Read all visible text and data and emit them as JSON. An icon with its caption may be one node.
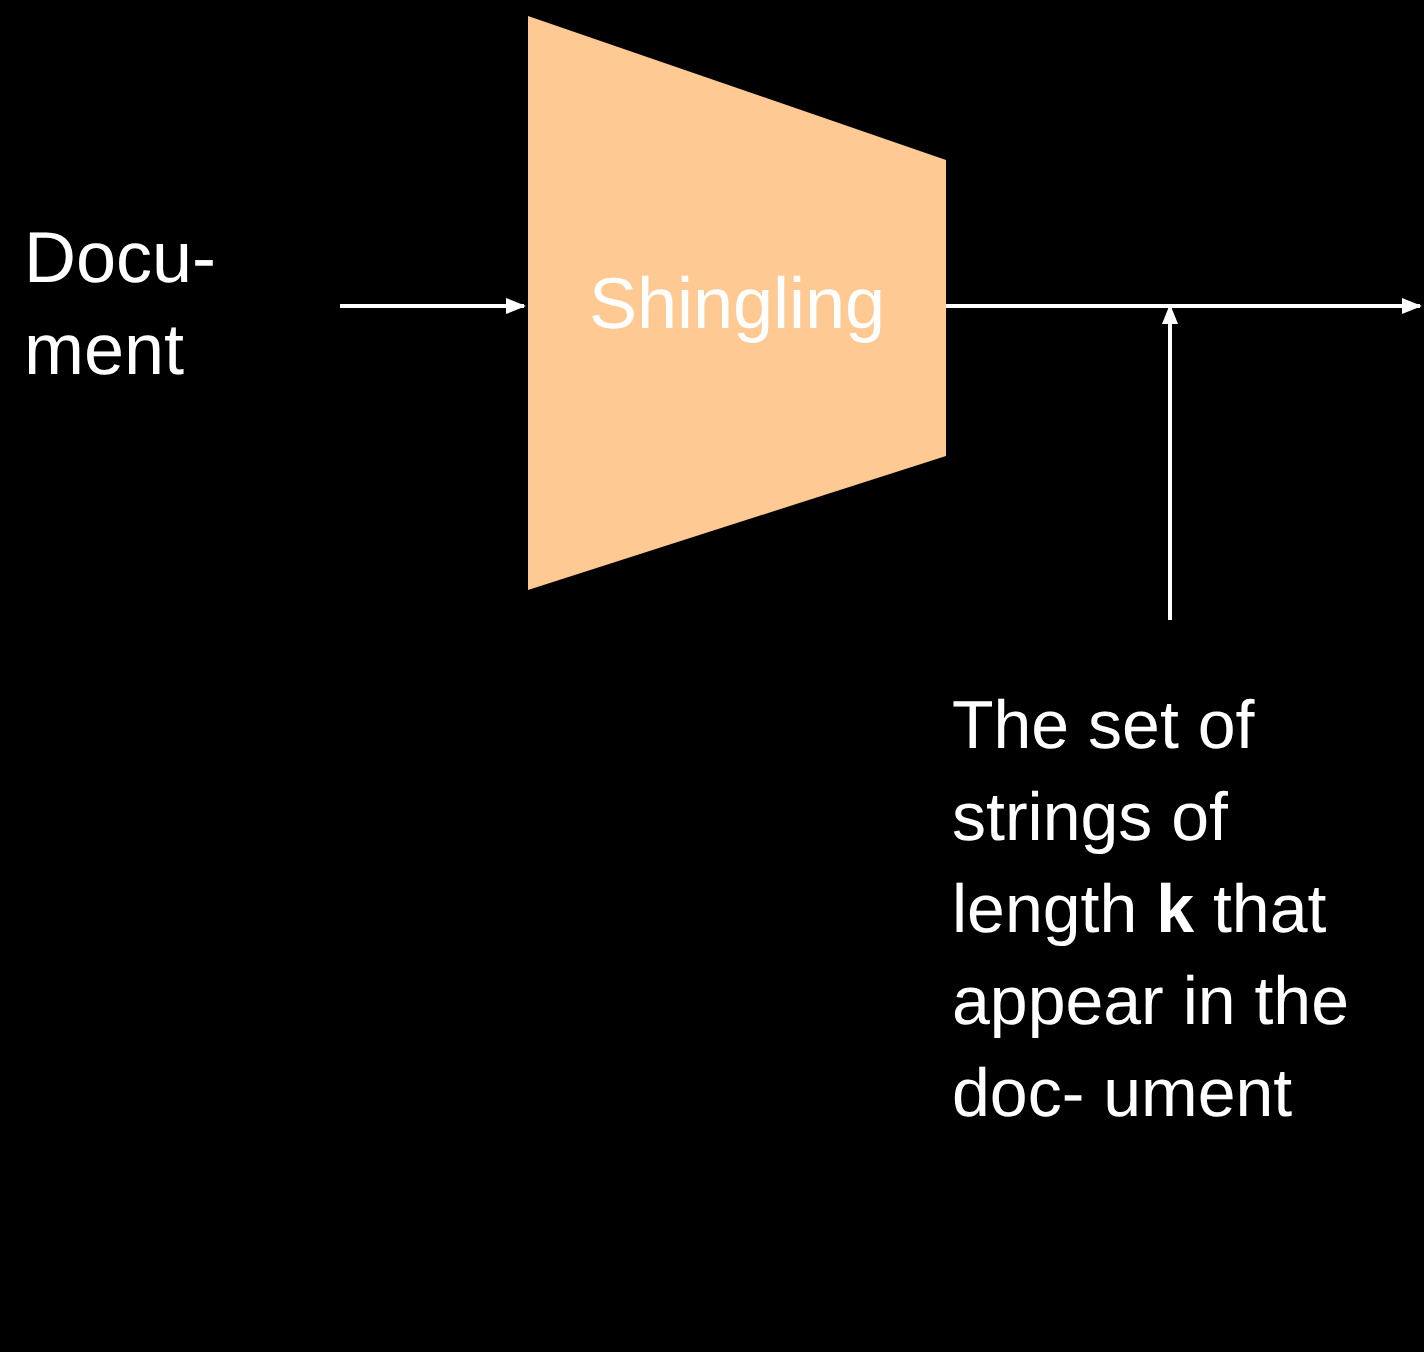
{
  "diagram": {
    "nodes": [
      {
        "text": [
          "Docu- ment"
        ]
      },
      {
        "text": [
          "Shingling"
        ]
      },
      {
        "text": [
          "The set of strings of length **k** that appear in the doc- ument"
        ]
      }
    ],
    "edges": [
      {
        "from": 0,
        "to": 1,
        "arrow": "to"
      },
      {
        "from": 1,
        "to": null,
        "arrow": "to"
      },
      {
        "from": 2,
        "to": null,
        "arrow": "to"
      }
    ]
  }
}
